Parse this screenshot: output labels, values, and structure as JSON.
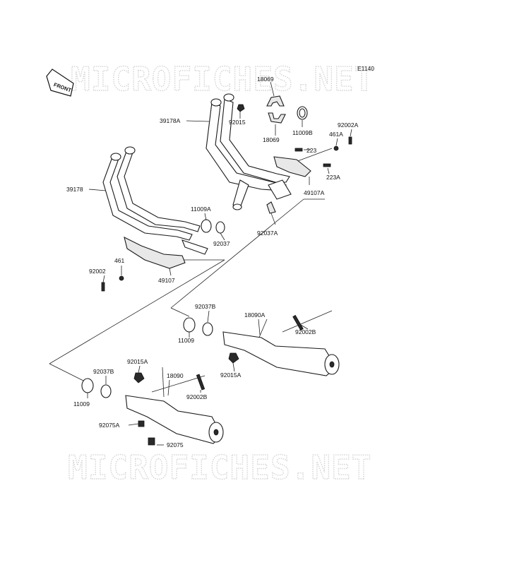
{
  "diagram": {
    "ref_code": "E1140",
    "front_label": "FRONT",
    "watermark": "MICROFICHES.NET"
  },
  "parts": [
    {
      "number": "18069"
    },
    {
      "number": "18069"
    },
    {
      "number": "39178A"
    },
    {
      "number": "92015"
    },
    {
      "number": "11009B"
    },
    {
      "number": "92002A"
    },
    {
      "number": "461A"
    },
    {
      "number": "223"
    },
    {
      "number": "223A"
    },
    {
      "number": "49107A"
    },
    {
      "number": "39178"
    },
    {
      "number": "11009A"
    },
    {
      "number": "92037"
    },
    {
      "number": "92037A"
    },
    {
      "number": "92002"
    },
    {
      "number": "461"
    },
    {
      "number": "49107"
    },
    {
      "number": "92037B"
    },
    {
      "number": "18090A"
    },
    {
      "number": "11009"
    },
    {
      "number": "92002B"
    },
    {
      "number": "92015A"
    },
    {
      "number": "92015A"
    },
    {
      "number": "92037B"
    },
    {
      "number": "18090"
    },
    {
      "number": "11009"
    },
    {
      "number": "92002B"
    },
    {
      "number": "92075A"
    },
    {
      "number": "92075"
    }
  ]
}
